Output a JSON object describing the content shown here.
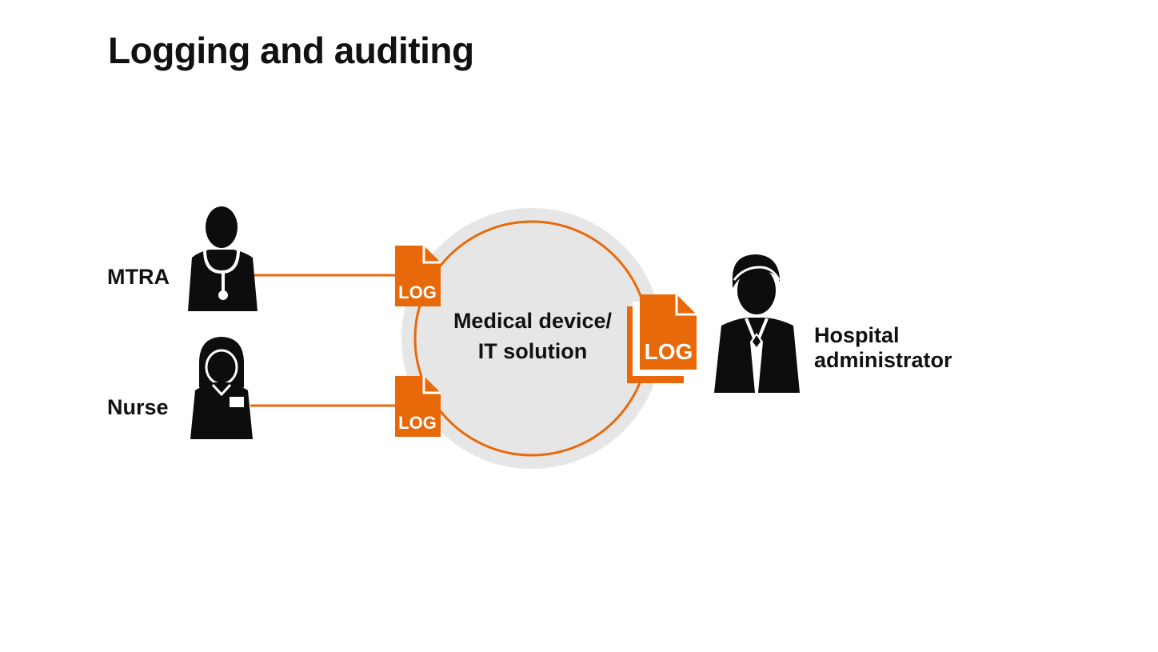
{
  "slide": {
    "title": "Logging and auditing"
  },
  "diagram": {
    "center_label_line1": "Medical device/",
    "center_label_line2": "IT solution",
    "actors": {
      "mtra": "MTRA",
      "nurse": "Nurse",
      "admin_line1": "Hospital",
      "admin_line2": "administrator"
    },
    "log_label": "LOG",
    "colors": {
      "accent": "#e8690a",
      "circle_fill": "#e6e6e6",
      "icon": "#0d0d0d"
    }
  }
}
